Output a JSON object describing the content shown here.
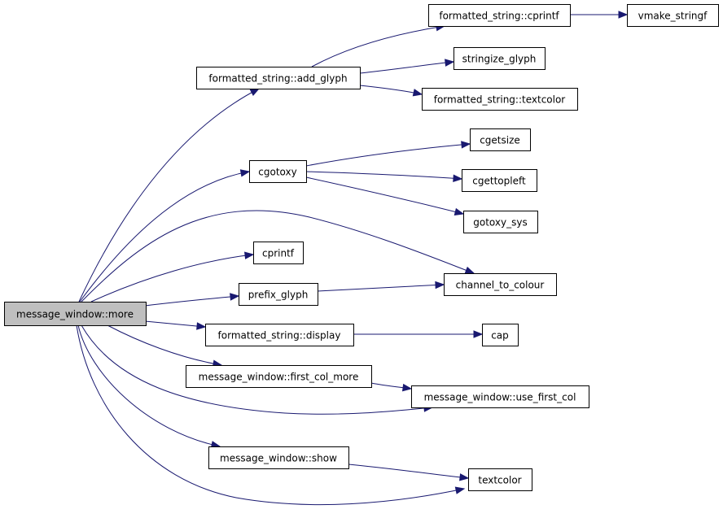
{
  "graph": {
    "root": "message_window::more",
    "edge_color": "#191970",
    "root_fill": "#bfbfbf",
    "nodes": {
      "root": "message_window::more",
      "add_glyph": "formatted_string::add_glyph",
      "cprintf_fs": "formatted_string::cprintf",
      "vmake_stringf": "vmake_stringf",
      "stringize_glyph": "stringize_glyph",
      "textcolor_fs": "formatted_string::textcolor",
      "cgotoxy": "cgotoxy",
      "cgetsize": "cgetsize",
      "cgettopleft": "cgettopleft",
      "gotoxy_sys": "gotoxy_sys",
      "cprintf": "cprintf",
      "channel_to_colour": "channel_to_colour",
      "prefix_glyph": "prefix_glyph",
      "display": "formatted_string::display",
      "cap": "cap",
      "first_col_more": "message_window::first_col_more",
      "use_first_col": "message_window::use_first_col",
      "show": "message_window::show",
      "textcolor": "textcolor"
    },
    "edges": [
      [
        "root",
        "add_glyph"
      ],
      [
        "root",
        "cgotoxy"
      ],
      [
        "root",
        "channel_to_colour"
      ],
      [
        "root",
        "cprintf"
      ],
      [
        "root",
        "prefix_glyph"
      ],
      [
        "root",
        "display"
      ],
      [
        "root",
        "first_col_more"
      ],
      [
        "root",
        "use_first_col"
      ],
      [
        "root",
        "show"
      ],
      [
        "root",
        "textcolor"
      ],
      [
        "add_glyph",
        "cprintf_fs"
      ],
      [
        "add_glyph",
        "stringize_glyph"
      ],
      [
        "add_glyph",
        "textcolor_fs"
      ],
      [
        "cprintf_fs",
        "vmake_stringf"
      ],
      [
        "cgotoxy",
        "cgetsize"
      ],
      [
        "cgotoxy",
        "cgettopleft"
      ],
      [
        "cgotoxy",
        "gotoxy_sys"
      ],
      [
        "prefix_glyph",
        "channel_to_colour"
      ],
      [
        "display",
        "cap"
      ],
      [
        "first_col_more",
        "use_first_col"
      ],
      [
        "show",
        "textcolor"
      ]
    ]
  }
}
